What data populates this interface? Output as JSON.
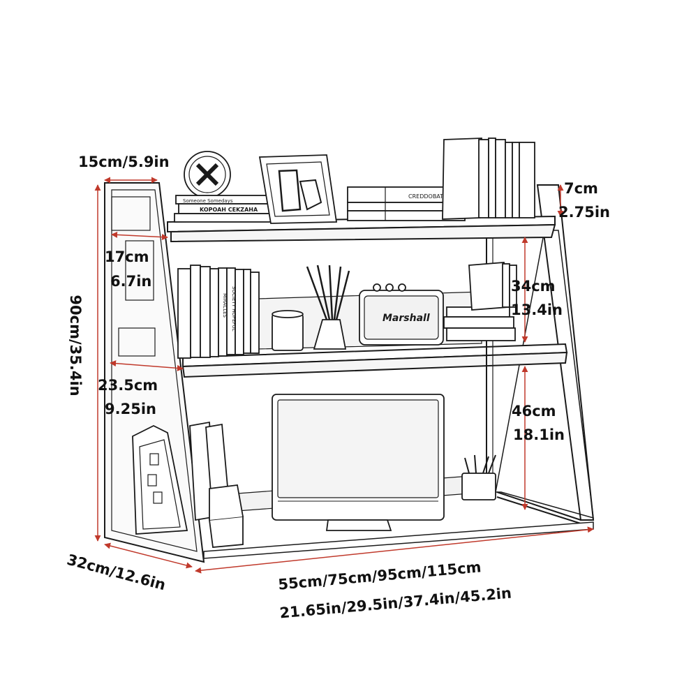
{
  "dimensions": {
    "top_shelf_depth": "15cm/5.9in",
    "top_rail_height": {
      "cm": "7cm",
      "in": "2.75in"
    },
    "side_depth_upper": {
      "cm": "17cm",
      "in": "6.7in"
    },
    "middle_gap": {
      "cm": "34cm",
      "in": "13.4in"
    },
    "total_height": "90cm/35.4in",
    "side_depth_lower": {
      "cm": "23.5cm",
      "in": "9.25in"
    },
    "bottom_gap": {
      "cm": "46cm",
      "in": "18.1in"
    },
    "base_depth": "32cm/12.6in",
    "width_options": {
      "cm": "55cm/75cm/95cm/115cm",
      "in": "21.65in/29.5in/37.4in/45.2in"
    }
  },
  "props": {
    "book_spines_top": [
      "Someone Somedays",
      "KOPOAH CEKZAHA"
    ],
    "top_box_label": "CREDDOBAT",
    "speaker_brand": "Marshall",
    "middle_book_spines": [
      "SOCIETY HOPEFUL",
      "MIRACLES"
    ]
  },
  "colors": {
    "dimension_line": "#c0392b",
    "ink": "#1a1a1a"
  }
}
